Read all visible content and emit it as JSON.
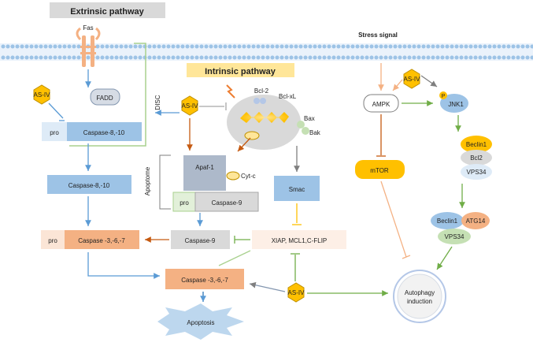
{
  "titles": {
    "extrinsic": "Extrinsic pathway",
    "intrinsic": "Intrinsic pathway",
    "stress_signal": "Stress signal"
  },
  "labels": {
    "fas": "Fas",
    "disc": "DISC",
    "fadd": "FADD",
    "asiv": "AS-IV",
    "pro": "pro",
    "caspase_8_10": "Caspase-8,-10",
    "caspase_367": "Caspase -3,-6,-7",
    "bcl2": "Bcl-2",
    "bclxl": "Bcl-xL",
    "bax": "Bax",
    "bak": "Bak",
    "apoptome": "Apoptome",
    "apaf1": "Apaf-1",
    "cytc": "Cyt-c",
    "caspase9": "Caspase-9",
    "smac": "Smac",
    "xiap": "XIAP, MCL1,C-FLIP",
    "apoptosis": "Apoptosis",
    "ampk": "AMPK",
    "jnk1": "JNK1",
    "p": "P",
    "mtor": "mTOR",
    "beclin1": "Beclin1",
    "bcl2_b": "Bcl2",
    "vps34": "VPS34",
    "atg14": "ATG14",
    "autophagy_1": "Autophagy",
    "autophagy_2": "induction"
  },
  "colors": {
    "blue_arrow": "#5b9bd5",
    "orange_arrow": "#c55a11",
    "green_arrow": "#70ad47",
    "gray_arrow": "#7f7f7f",
    "caspase_blue": "#9dc3e6",
    "pro_blue": "#deebf7",
    "caspase_orange": "#f4b183",
    "pro_orange": "#fbe5d6",
    "apaf_blue": "#adb9ca",
    "mtor_yellow": "#ffc000",
    "intrinsic_bg": "#ffe699",
    "extrinsic_bg": "#d9d9d9",
    "smac_blue": "#9dc3e6",
    "apoptosis_blue": "#bdd7ee",
    "beclin_yellow": "#ffc000",
    "atg14_orange": "#f4b183",
    "vps34_green": "#c5e0b4"
  }
}
